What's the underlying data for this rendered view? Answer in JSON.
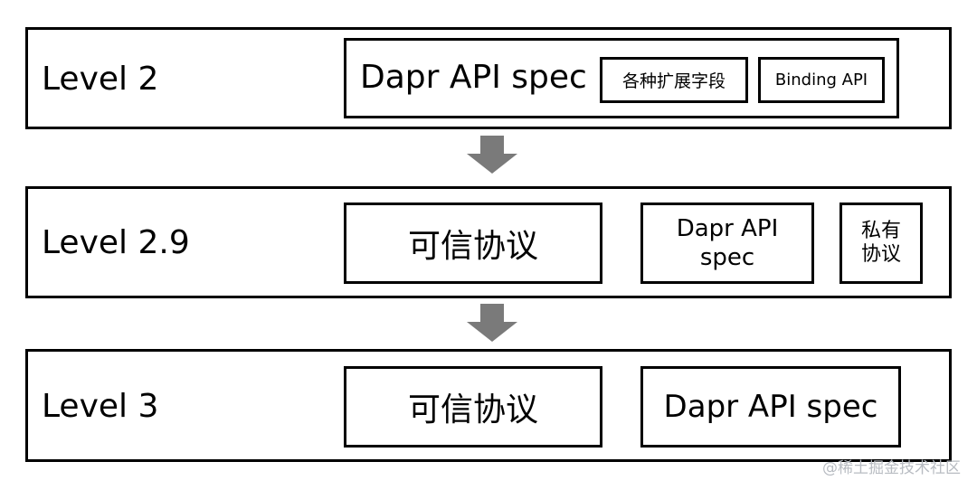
{
  "levels": [
    {
      "label": "Level 2",
      "main_box": "Dapr API spec",
      "sub_boxes": [
        "各种扩展字段",
        "Binding API"
      ]
    },
    {
      "label": "Level 2.9",
      "trusted_box": "可信协议",
      "spec_box_line1": "Dapr API",
      "spec_box_line2": "spec",
      "private_box_line1": "私有",
      "private_box_line2": "协议"
    },
    {
      "label": "Level 3",
      "trusted_box": "可信协议",
      "spec_box": "Dapr API spec"
    }
  ],
  "watermark": "@稀土掘金技术社区",
  "colors": {
    "arrow": "#7a7a7a",
    "border": "#000000",
    "watermark": "#b8bcc2"
  }
}
